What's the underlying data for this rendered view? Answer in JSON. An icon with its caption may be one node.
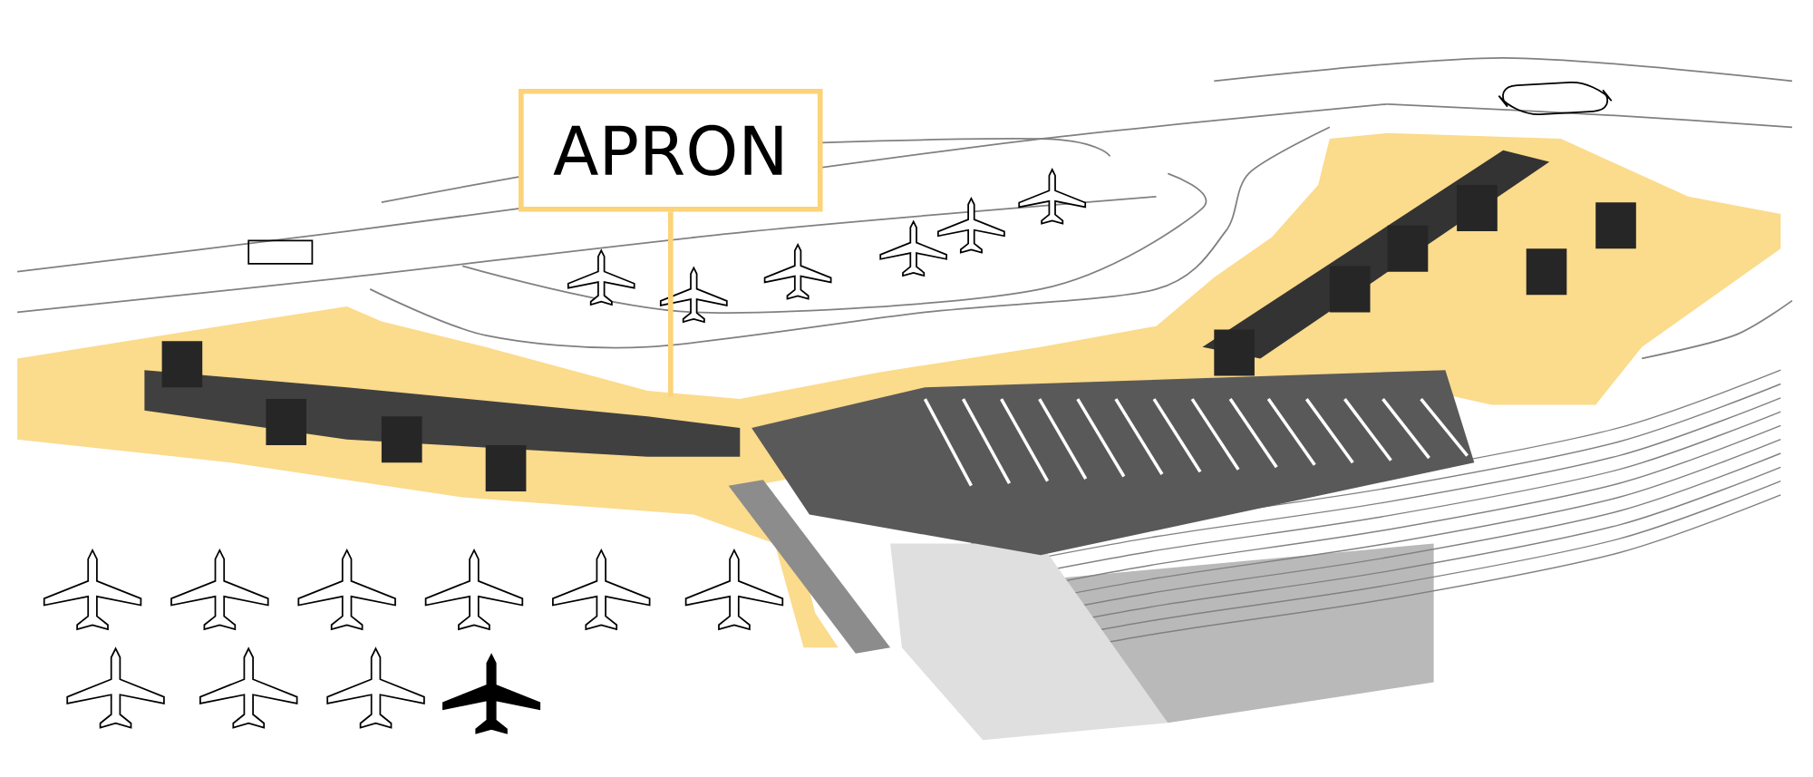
{
  "diagram": {
    "nodes": [
      {
        "text": [
          "APRON"
        ]
      },
      {
        "text": [],
        "shape": "picture"
      }
    ],
    "edges": [
      {
        "from": 0,
        "to": 1,
        "arrow": "none"
      }
    ]
  }
}
